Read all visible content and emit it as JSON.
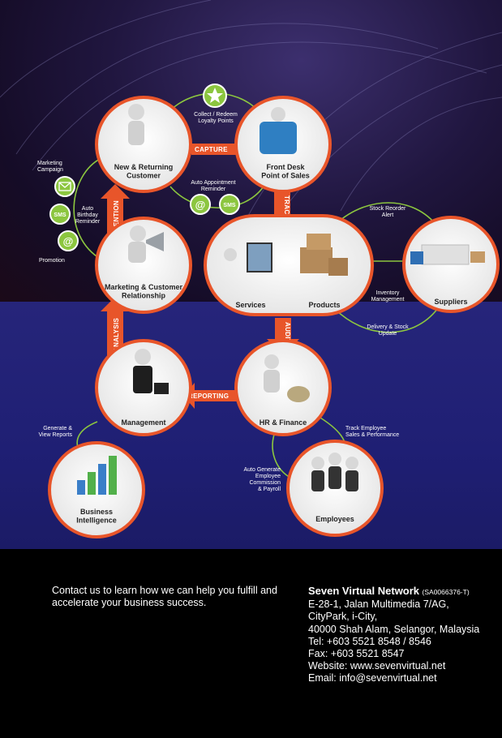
{
  "nodes": {
    "customer": "New & Returning\nCustomer",
    "front_desk": "Front Desk\nPoint of Sales",
    "services": "Services",
    "products": "Products",
    "suppliers": "Suppliers",
    "marketing": "Marketing & Customer\nRelationship",
    "management": "Management",
    "hr_finance": "HR & Finance",
    "business_intelligence": "Business\nIntelligence",
    "employees": "Employees"
  },
  "arrows": {
    "capture": "CAPTURE",
    "track": "TRACK",
    "audit": "AUDIT",
    "reporting": "REPORTING",
    "analysis": "ANALYSIS",
    "retention": "RETENTION"
  },
  "annotations": {
    "loyalty": "Collect / Redeem\nLoyalty Points",
    "appointment": "Auto Appointment\nReminder",
    "marketing_campaign": "Marketing\nCampaign",
    "birthday": "Auto\nBirthday\nReminder",
    "promotion": "Promotion",
    "stock_reorder": "Stock Reorder\nAlert",
    "inventory": "Inventory\nManagement",
    "delivery": "Delivery & Stock\nUpdate",
    "generate_reports": "Generate &\nView Reports",
    "track_employee": "Track Employee\nSales & Performance",
    "commission": "Auto Generate\nEmployee\nCommission\n& Payroll"
  },
  "badges": {
    "sms": "SMS",
    "at": "@"
  },
  "contact": {
    "message": "Contact us to learn how we can help you fulfill and accelerate your business success."
  },
  "company": {
    "name": "Seven Virtual Network",
    "reg": "(SA0066376-T)",
    "address1": "E-28-1, Jalan Multimedia 7/AG,",
    "address2": "CityPark, i-City,",
    "address3": "40000 Shah Alam, Selangor, Malaysia",
    "tel": "Tel: +603 5521 8548 / 8546",
    "fax": "Fax: +603 5521 8547",
    "website": "Website: www.sevenvirtual.net",
    "email": "Email: info@sevenvirtual.net"
  },
  "colors": {
    "accent_orange": "#e8552a",
    "connector_green": "#8cc63f"
  },
  "icons": [
    "star-icon",
    "mail-icon",
    "sms-icon",
    "at-icon",
    "person-figure"
  ]
}
